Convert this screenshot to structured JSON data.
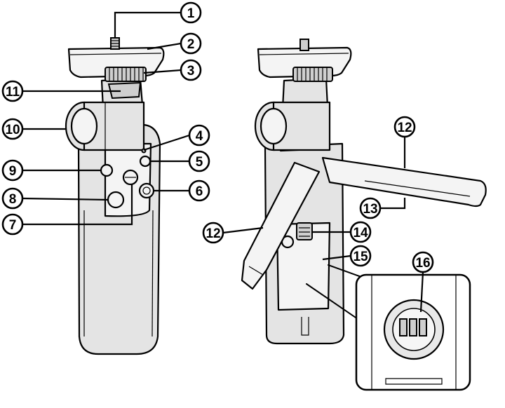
{
  "callouts": [
    {
      "id": "c1",
      "label": "1"
    },
    {
      "id": "c2",
      "label": "2"
    },
    {
      "id": "c3",
      "label": "3"
    },
    {
      "id": "c4",
      "label": "4"
    },
    {
      "id": "c5",
      "label": "5"
    },
    {
      "id": "c6",
      "label": "6"
    },
    {
      "id": "c7",
      "label": "7"
    },
    {
      "id": "c8",
      "label": "8"
    },
    {
      "id": "c9",
      "label": "9"
    },
    {
      "id": "c10",
      "label": "10"
    },
    {
      "id": "c11",
      "label": "11"
    },
    {
      "id": "c12a",
      "label": "12"
    },
    {
      "id": "c12b",
      "label": "12"
    },
    {
      "id": "c13",
      "label": "13"
    },
    {
      "id": "c14",
      "label": "14"
    },
    {
      "id": "c15",
      "label": "15"
    },
    {
      "id": "c16",
      "label": "16"
    }
  ]
}
